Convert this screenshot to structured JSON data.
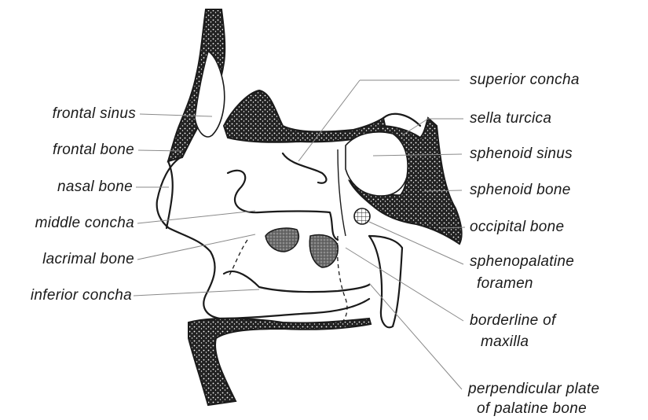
{
  "labels": {
    "left": {
      "frontal_sinus": "frontal sinus",
      "frontal_bone": "frontal bone",
      "nasal_bone": "nasal bone",
      "middle_concha": "middle concha",
      "lacrimal_bone": "lacrimal bone",
      "inferior_concha": "inferior concha"
    },
    "right": {
      "superior_concha": "superior concha",
      "sella_turcica": "sella turcica",
      "sphenoid_sinus": "sphenoid sinus",
      "sphenoid_bone": "sphenoid bone",
      "occipital_bone": "occipital bone",
      "sphenopalatine_foramen_1": "sphenopalatine",
      "sphenopalatine_foramen_2": "foramen",
      "borderline_maxilla_1": "borderline of",
      "borderline_maxilla_2": "maxilla",
      "perpendicular_plate_1": "perpendicular plate",
      "perpendicular_plate_2": "of palatine bone"
    }
  },
  "colors": {
    "ink": "#1a1a1a",
    "leader": "#8a8a8a",
    "background": "#ffffff"
  }
}
